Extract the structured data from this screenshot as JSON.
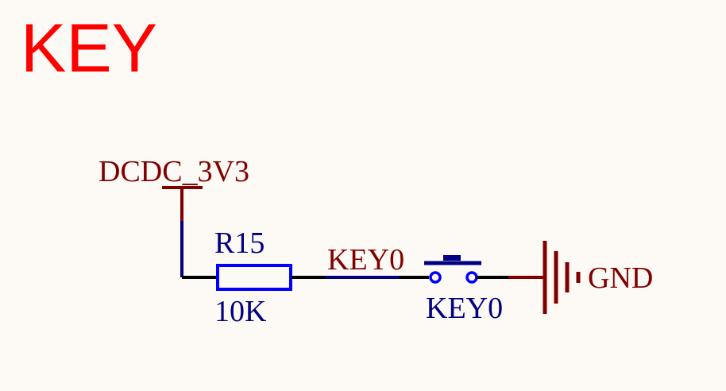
{
  "title": "KEY",
  "power_net": "DCDC_3V3",
  "resistor": {
    "designator": "R15",
    "value": "10K"
  },
  "net_label": "KEY0",
  "switch": {
    "designator": "KEY0"
  },
  "ground_net": "GND",
  "colors": {
    "title": "#ff0000",
    "net_text": "#800000",
    "part_text": "#000080",
    "wire": "#000000",
    "part_outline": "#0000ff",
    "pin_blue": "#0000aa",
    "pin_red": "#800000",
    "ground_bar": "#800000"
  }
}
